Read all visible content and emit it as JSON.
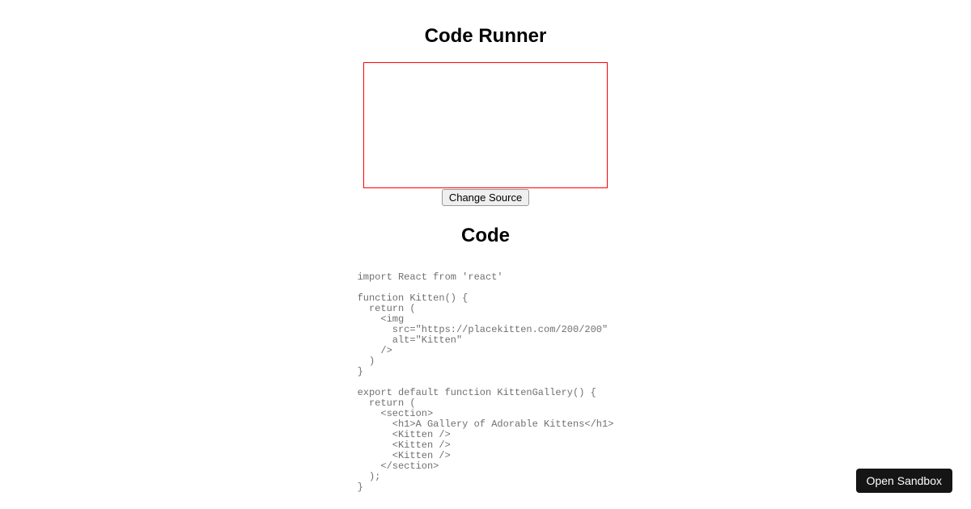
{
  "header": {
    "title": "Code Runner"
  },
  "preview": {
    "frame_border_color": "#ff0000",
    "frame_content": "",
    "change_source_label": "Change Source"
  },
  "code_section": {
    "heading": "Code",
    "text_color": "#707070",
    "content": "import React from 'react'\n\nfunction Kitten() {\n  return (\n    <img\n      src=\"https://placekitten.com/200/200\"\n      alt=\"Kitten\"\n    />\n  )\n}\n\nexport default function KittenGallery() {\n  return (\n    <section>\n      <h1>A Gallery of Adorable Kittens</h1>\n      <Kitten />\n      <Kitten />\n      <Kitten />\n    </section>\n  );\n}"
  },
  "sandbox_button": {
    "label": "Open Sandbox",
    "background_color": "#151515"
  }
}
